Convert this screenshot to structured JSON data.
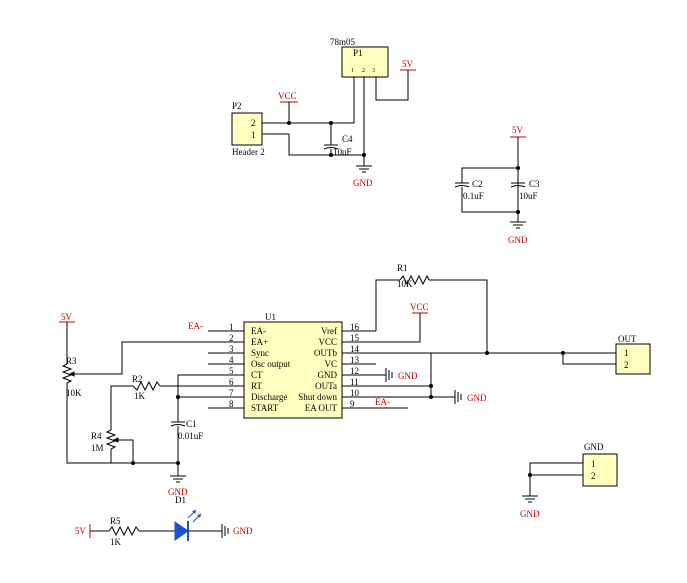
{
  "regulator": {
    "ref": "P1",
    "value": "78m05",
    "pins": [
      "1",
      "2",
      "3"
    ]
  },
  "header_p2": {
    "ref": "P2",
    "value": "Header 2",
    "pins": [
      "2",
      "1"
    ]
  },
  "caps": {
    "c4": {
      "ref": "C4",
      "value": "10uF"
    },
    "c2": {
      "ref": "C2",
      "value": "0.1uF"
    },
    "c3": {
      "ref": "C3",
      "value": "10uF"
    },
    "c1": {
      "ref": "C1",
      "value": "0.01uF"
    }
  },
  "resistors": {
    "r1": {
      "ref": "R1",
      "value": "10K"
    },
    "r2": {
      "ref": "R2",
      "value": "1K"
    },
    "r3": {
      "ref": "R3",
      "value": "10K"
    },
    "r4": {
      "ref": "R4",
      "value": "1M"
    },
    "r5": {
      "ref": "R5",
      "value": "1K"
    }
  },
  "led": {
    "ref": "D1"
  },
  "nets": {
    "vcc": "VCC",
    "v5": "5V",
    "gnd": "GND",
    "ea_minus": "EA-"
  },
  "u1": {
    "ref": "U1",
    "pins_left": [
      {
        "num": "1",
        "name": "EA-"
      },
      {
        "num": "2",
        "name": "EA+"
      },
      {
        "num": "3",
        "name": "Sync"
      },
      {
        "num": "4",
        "name": "Osc output"
      },
      {
        "num": "5",
        "name": "CT"
      },
      {
        "num": "6",
        "name": "RT"
      },
      {
        "num": "7",
        "name": "Discharge"
      },
      {
        "num": "8",
        "name": "START"
      }
    ],
    "pins_right": [
      {
        "num": "16",
        "name": "Vref"
      },
      {
        "num": "15",
        "name": "VCC"
      },
      {
        "num": "14",
        "name": "OUTb"
      },
      {
        "num": "13",
        "name": "VC"
      },
      {
        "num": "12",
        "name": "GND"
      },
      {
        "num": "11",
        "name": "OUTa"
      },
      {
        "num": "10",
        "name": "Shut down"
      },
      {
        "num": "9",
        "name": "EA OUT"
      }
    ]
  },
  "out_header": {
    "title": "OUT",
    "pins": [
      "1",
      "2"
    ]
  },
  "gnd_header": {
    "title": "GND",
    "pins": [
      "1",
      "2"
    ]
  }
}
